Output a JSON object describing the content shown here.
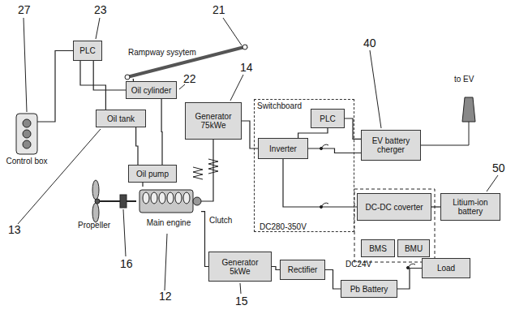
{
  "diagram": {
    "nodes": [
      {
        "text": [
          "Control box"
        ]
      },
      {
        "text": [
          "PLC"
        ]
      },
      {
        "text": [
          "Rampway sysytem"
        ]
      },
      {
        "text": [
          "Oil cylinder"
        ]
      },
      {
        "text": [
          "Oil tank"
        ]
      },
      {
        "text": [
          "Oil pump"
        ]
      },
      {
        "text": [
          "Generator 75kWe"
        ]
      },
      {
        "text": [
          "Switchboard"
        ]
      },
      {
        "text": [
          "Inverter"
        ],
        "in": 7
      },
      {
        "text": [
          "PLC"
        ],
        "in": 7
      },
      {
        "text": [
          "EV battery cherger"
        ]
      },
      {
        "text": [
          "DC-DC coverter"
        ],
        "in": 7
      },
      {
        "text": [
          "Litium-ion battery"
        ]
      },
      {
        "text": [
          "BMS"
        ],
        "in": 7
      },
      {
        "text": [
          "BMU"
        ],
        "in": 7
      },
      {
        "text": [
          "Main engine"
        ]
      },
      {
        "text": [
          "Generator 5kWe"
        ]
      },
      {
        "text": [
          "Rectifier"
        ]
      },
      {
        "text": [
          "Pb Battery"
        ]
      },
      {
        "text": [
          "Load"
        ]
      }
    ],
    "edges": [
      {
        "from": 0,
        "to": 1,
        "arrow": "none"
      },
      {
        "from": 1,
        "to": 3,
        "arrow": "none"
      },
      {
        "from": 1,
        "to": 4,
        "arrow": "none"
      },
      {
        "from": 3,
        "to": 2,
        "arrow": "none"
      },
      {
        "from": 4,
        "to": 5,
        "arrow": "none"
      },
      {
        "from": 5,
        "to": 3,
        "arrow": "none"
      },
      {
        "from": 5,
        "to": 15,
        "arrow": "none"
      },
      {
        "from": 15,
        "to": 6,
        "arrow": "none"
      },
      {
        "from": 6,
        "to": 8,
        "arrow": "none"
      },
      {
        "from": 9,
        "to": 8,
        "arrow": "none"
      },
      {
        "from": 9,
        "to": 10,
        "arrow": "none"
      },
      {
        "from": 8,
        "to": 10,
        "arrow": "none"
      },
      {
        "from": 8,
        "to": 11,
        "arrow": "none"
      },
      {
        "from": 11,
        "to": 12,
        "arrow": "none"
      },
      {
        "from": 15,
        "to": 16,
        "arrow": "none"
      },
      {
        "from": 16,
        "to": 17,
        "arrow": "none"
      },
      {
        "from": 17,
        "to": 18,
        "arrow": "none"
      },
      {
        "from": 18,
        "to": 19,
        "arrow": "none"
      }
    ],
    "labels": [
      "to EV",
      "DC280-350V",
      "Propeller",
      "Clutch",
      "DC24V",
      "21",
      "22",
      "23",
      "27",
      "40",
      "14",
      "13",
      "16",
      "12",
      "15",
      "50"
    ]
  }
}
